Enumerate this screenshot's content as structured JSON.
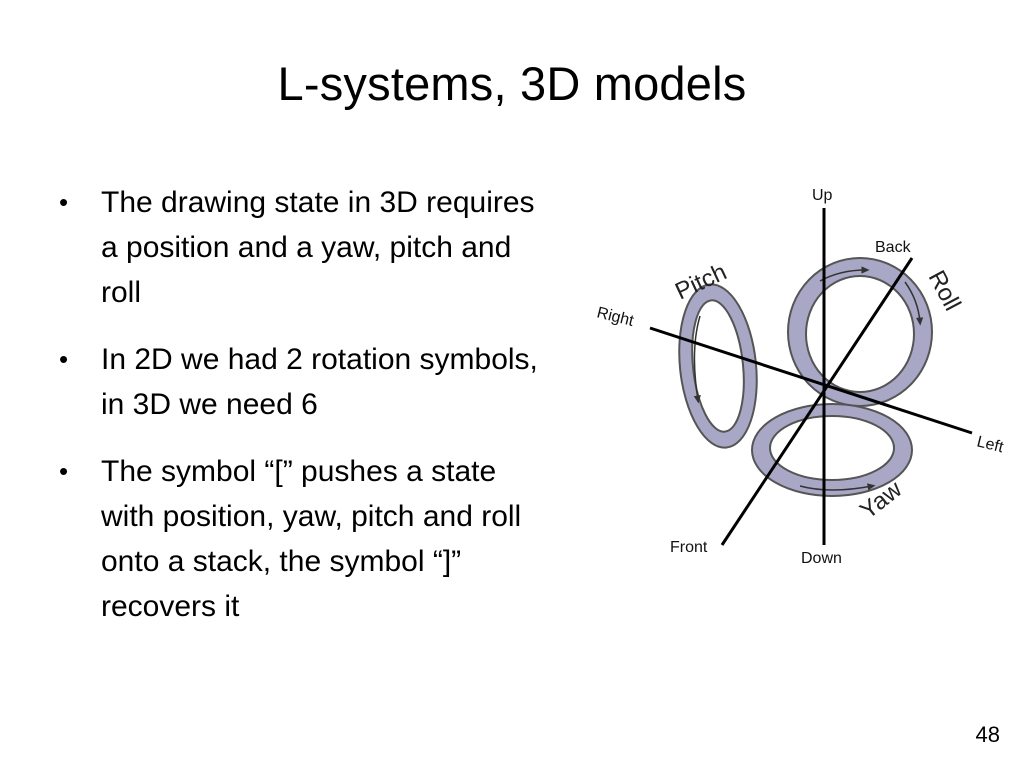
{
  "slide": {
    "title": "L-systems, 3D models",
    "bullets": [
      "The drawing state in 3D requires a position and a yaw, pitch and roll",
      "In 2D we had 2 rotation symbols, in 3D we need 6",
      "The symbol “[” pushes a state with position, yaw, pitch and roll onto a stack, the symbol “]” recovers it"
    ],
    "page_number": "48"
  },
  "diagram": {
    "axis_labels": {
      "up": "Up",
      "down": "Down",
      "back": "Back",
      "front": "Front",
      "left": "Left",
      "right": "Right"
    },
    "rotation_labels": {
      "pitch": "Pitch",
      "roll": "Roll",
      "yaw": "Yaw"
    },
    "colors": {
      "ring_fill": "#a8a8c6",
      "ring_stroke": "#555555",
      "axis": "#000000"
    }
  }
}
